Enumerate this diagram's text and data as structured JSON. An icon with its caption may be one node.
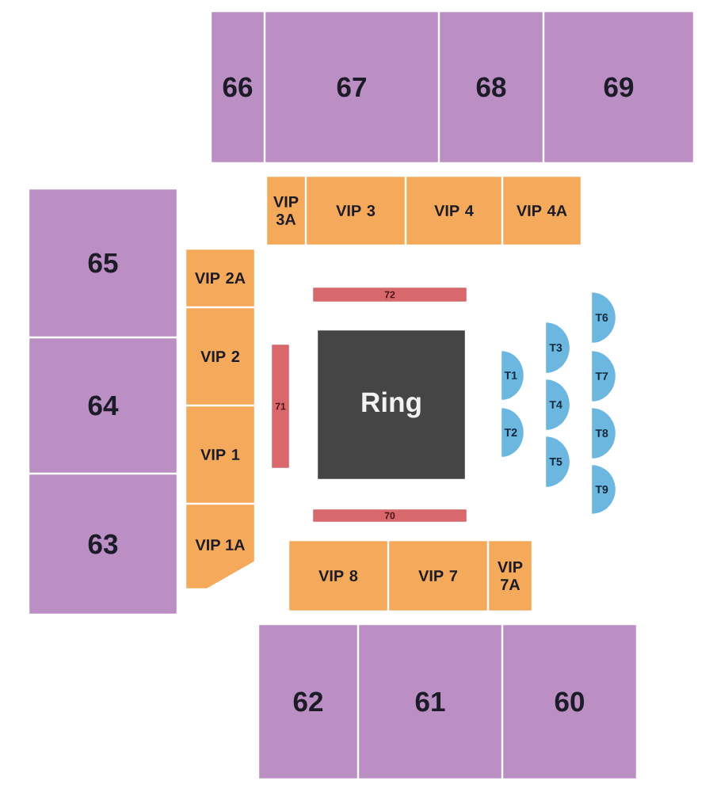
{
  "diagram": {
    "nodes": [
      {
        "text": [
          "66"
        ]
      },
      {
        "text": [
          "67"
        ]
      },
      {
        "text": [
          "68"
        ]
      },
      {
        "text": [
          "69"
        ]
      },
      {
        "text": [
          "VIP 3A"
        ]
      },
      {
        "text": [
          "VIP 3"
        ]
      },
      {
        "text": [
          "VIP 4"
        ]
      },
      {
        "text": [
          "VIP 4A"
        ]
      },
      {
        "text": [
          "65"
        ]
      },
      {
        "text": [
          "64"
        ]
      },
      {
        "text": [
          "63"
        ]
      },
      {
        "text": [
          "VIP 2A"
        ]
      },
      {
        "text": [
          "VIP 2"
        ]
      },
      {
        "text": [
          "VIP 1"
        ]
      },
      {
        "text": [
          "VIP 1A"
        ]
      },
      {
        "text": [
          "72"
        ]
      },
      {
        "text": [
          "71"
        ]
      },
      {
        "text": [
          "Ring"
        ]
      },
      {
        "text": [
          "70"
        ]
      },
      {
        "text": [
          "T1"
        ]
      },
      {
        "text": [
          "T2"
        ]
      },
      {
        "text": [
          "T3"
        ]
      },
      {
        "text": [
          "T4"
        ]
      },
      {
        "text": [
          "T5"
        ]
      },
      {
        "text": [
          "T6"
        ]
      },
      {
        "text": [
          "T7"
        ]
      },
      {
        "text": [
          "T8"
        ]
      },
      {
        "text": [
          "T9"
        ]
      },
      {
        "text": [
          "VIP 8"
        ]
      },
      {
        "text": [
          "VIP 7"
        ]
      },
      {
        "text": [
          "VIP 7A"
        ]
      },
      {
        "text": [
          "62"
        ]
      },
      {
        "text": [
          "61"
        ]
      },
      {
        "text": [
          "60"
        ]
      }
    ]
  }
}
